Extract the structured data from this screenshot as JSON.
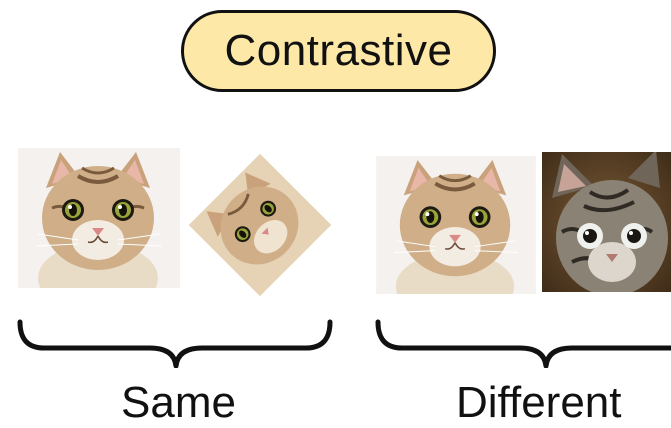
{
  "header": {
    "label": "Contrastive"
  },
  "pairs": [
    {
      "caption": "Same"
    },
    {
      "caption": "Different"
    }
  ],
  "colors": {
    "pill_fill": "#fde8a8",
    "stroke": "#111111"
  },
  "icons": [
    "cat-photo",
    "cat-photo-rotated",
    "cat-photo",
    "tabby-kitten-photo",
    "curly-brace"
  ]
}
